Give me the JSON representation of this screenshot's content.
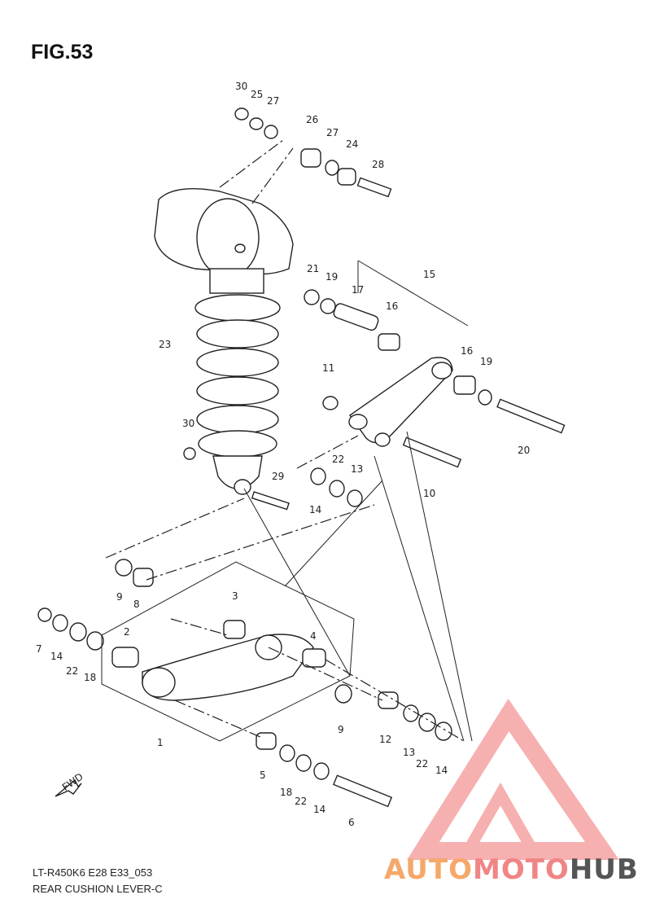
{
  "figure": {
    "title": "FIG.53",
    "code": "LT-R450K6 E28 E33_053",
    "description": "REAR CUSHION LEVER-C"
  },
  "watermark": {
    "part1": "AUTO",
    "part2": "MOTO",
    "part3": "HUB",
    "color_orange": "#f5a86a",
    "color_red": "#f08585",
    "color_grey": "#555555"
  },
  "fwd_label": "FWD",
  "callouts": [
    "30",
    "25",
    "27",
    "26",
    "27",
    "24",
    "28",
    "21",
    "19",
    "17",
    "16",
    "15",
    "16",
    "19",
    "20",
    "11",
    "10",
    "23",
    "30",
    "29",
    "22",
    "13",
    "14",
    "9",
    "8",
    "3",
    "7",
    "14",
    "22",
    "18",
    "2",
    "4",
    "9",
    "12",
    "13",
    "22",
    "14",
    "1",
    "5",
    "18",
    "22",
    "14",
    "6"
  ]
}
